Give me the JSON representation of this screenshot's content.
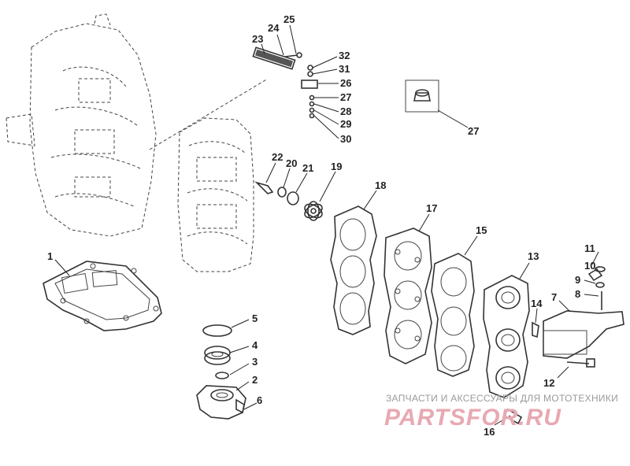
{
  "callouts": [
    "1",
    "2",
    "3",
    "4",
    "5",
    "6",
    "7",
    "8",
    "9",
    "10",
    "11",
    "12",
    "13",
    "14",
    "15",
    "16",
    "17",
    "18",
    "19",
    "20",
    "21",
    "22",
    "23",
    "24",
    "25",
    "26",
    "27",
    "28",
    "29",
    "30",
    "31",
    "32"
  ],
  "inset_callout": "27",
  "watermark": {
    "line1": "ЗАПЧАСТИ И АКСЕССУАРЫ ДЛЯ МОТОТЕХНИКИ",
    "logo": "PARTSFOR.RU"
  }
}
